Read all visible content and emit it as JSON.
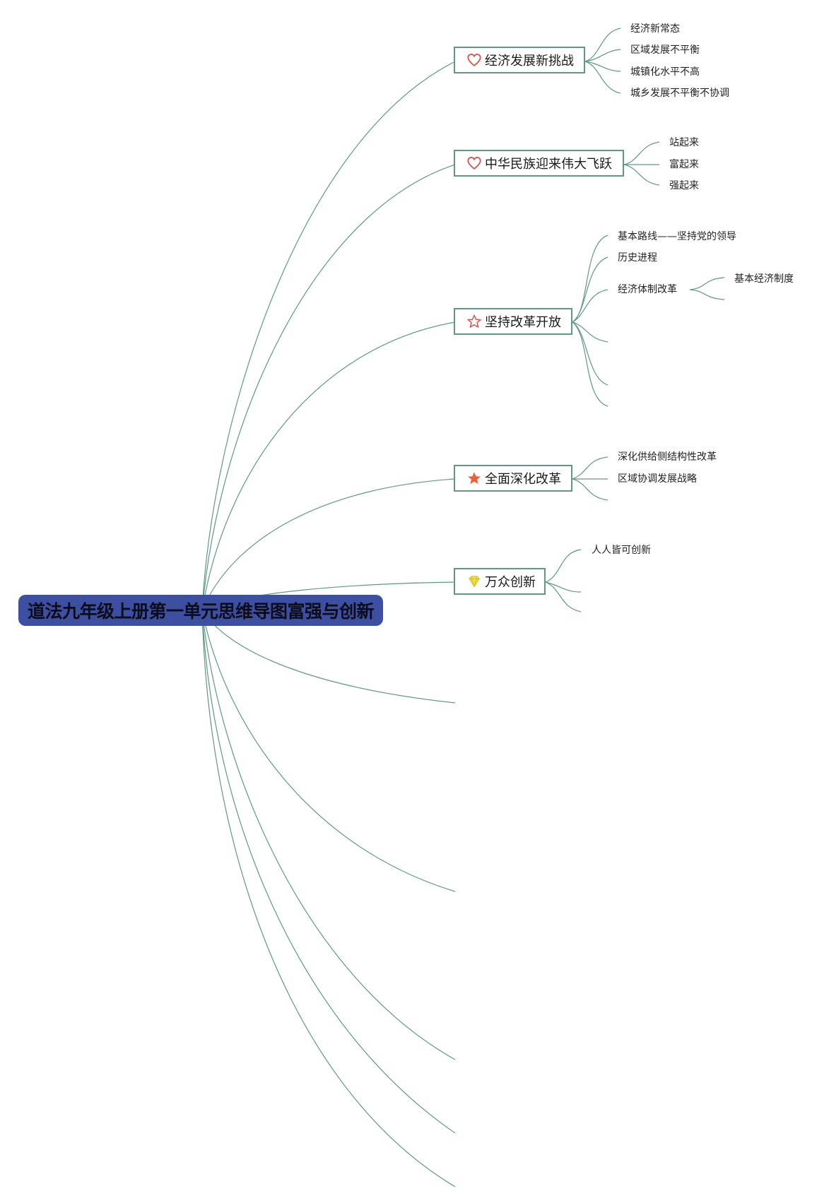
{
  "root": {
    "label": "道法九年级上册第一单元思维导图富强与创新"
  },
  "branches": [
    {
      "label": "经济发展新挑战",
      "icon": "heart-outline-icon",
      "children": [
        "经济新常态",
        "区域发展不平衡",
        "城镇化水平不高",
        "城乡发展不平衡不协调"
      ]
    },
    {
      "label": "中华民族迎来伟大飞跃",
      "icon": "heart-outline-icon",
      "children": [
        "站起来",
        "富起来",
        "强起来"
      ]
    },
    {
      "label": "坚持改革开放",
      "icon": "star-outline-icon",
      "children": [
        "基本路线——坚持党的领导",
        "历史进程",
        "经济体制改革"
      ],
      "grandchildren": [
        "基本经济制度"
      ]
    },
    {
      "label": "全面深化改革",
      "icon": "star-filled-icon",
      "children": [
        "深化供给侧结构性改革",
        "区域协调发展战略"
      ]
    },
    {
      "label": "万众创新",
      "icon": "diamond-icon",
      "children": [
        "人人皆可创新"
      ]
    }
  ],
  "colors": {
    "line": "#5f9a80",
    "root_bg": "#3d4fa0",
    "heart": "#d9534f",
    "star": "#e8613a",
    "diamond": "#f2e04a"
  }
}
